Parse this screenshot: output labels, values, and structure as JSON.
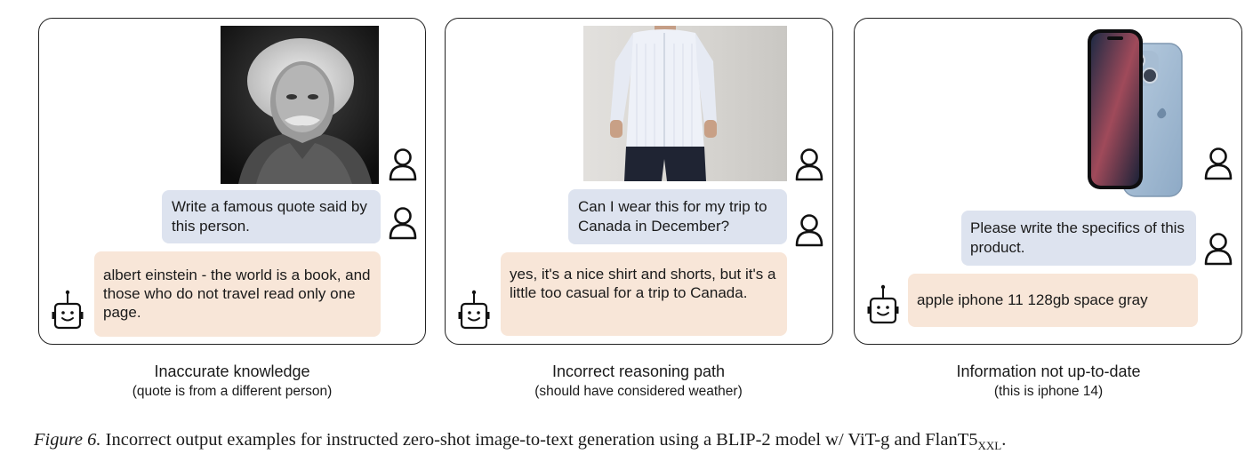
{
  "panels": [
    {
      "user_prompt": "Write a famous quote said by this person.",
      "bot_reply": "albert einstein - the world is a book, and those who do not travel read only one page.",
      "caption_title": "Inaccurate knowledge",
      "caption_subtitle": "(quote is from a different person)"
    },
    {
      "user_prompt": "Can I wear this for my trip to Canada in December?",
      "bot_reply": "yes, it's a nice shirt and shorts, but it's a little too casual for a trip to Canada.",
      "caption_title": "Incorrect reasoning path",
      "caption_subtitle": "(should have considered weather)"
    },
    {
      "user_prompt": "Please write the specifics of this product.",
      "bot_reply": "apple iphone 11 128gb space gray",
      "caption_title": "Information not up-to-date",
      "caption_subtitle": "(this is iphone 14)"
    }
  ],
  "figure_caption": {
    "label": "Figure 6.",
    "text": " Incorrect output examples for instructed zero-shot image-to-text generation using a BLIP-2 model w/ ViT-g and FlanT5",
    "subscript": "XXL",
    "end": "."
  },
  "icons": {
    "user": "user-icon",
    "bot": "robot-icon"
  }
}
